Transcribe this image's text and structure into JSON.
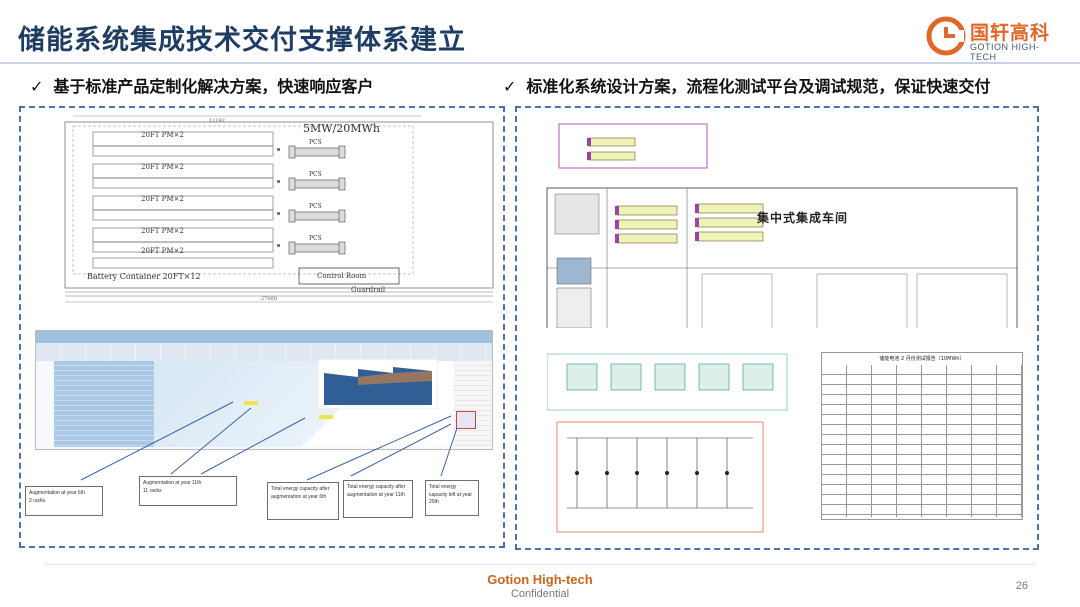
{
  "header": {
    "title": "储能系统集成技术交付支撑体系建立",
    "logo_cn": "国轩高科",
    "logo_en": "GOTION HIGH-TECH"
  },
  "left": {
    "bullet": "基于标准产品定制化解决方案，快速响应客户",
    "layout": {
      "capacity_label": "5MW/20MWh",
      "container_label": "20FT PM×2",
      "pcs_label": "PCS",
      "battery_label": "Battery Container 20FT×12",
      "control_room_label": "Control Room",
      "guardrail_label": "Guardrail",
      "dim_top": "12192",
      "dim_bottom": "27000"
    },
    "callouts": [
      "Augmentation at year 6th",
      "Augmentation at year 11th",
      "Total energy capacity after augmentation at year 6th",
      "Total energy capacity after augmentation at year 11th",
      "Total energy capacity left at year 20th"
    ],
    "callout_units": [
      "2 racks",
      "11 racks"
    ]
  },
  "right": {
    "bullet": "标准化系统设计方案，流程化测试平台及调试规范，保证快速交付",
    "workshop_label": "集中式集成车间",
    "report_title": "储能电池 2 月份测试报告（10MWh）"
  },
  "footer": {
    "brand": "Gotion High-tech",
    "confidential": "Confidential",
    "page_number": "26"
  }
}
